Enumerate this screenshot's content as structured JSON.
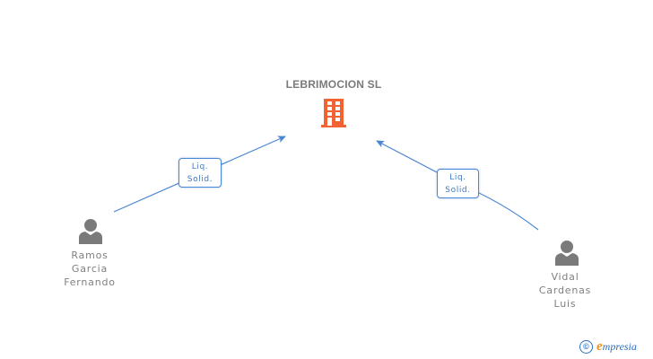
{
  "company": {
    "name": "LEBRIMOCION SL",
    "icon": "building-icon",
    "color": "#f26232"
  },
  "people": [
    {
      "name_lines": [
        "Ramos",
        "Garcia",
        "Fernando"
      ],
      "icon": "person-icon"
    },
    {
      "name_lines": [
        "Vidal",
        "Cardenas",
        "Luis"
      ],
      "icon": "person-icon"
    }
  ],
  "edges": [
    {
      "from": "Ramos Garcia Fernando",
      "to": "LEBRIMOCION SL",
      "label_lines": [
        "Liq.",
        "Solid."
      ]
    },
    {
      "from": "Vidal Cardenas Luis",
      "to": "LEBRIMOCION SL",
      "label_lines": [
        "Liq.",
        "Solid."
      ]
    }
  ],
  "colors": {
    "edge": "#4a86d6",
    "person": "#7a7a7a",
    "text": "#808080"
  },
  "footer": {
    "copyright_symbol": "©",
    "brand_initial": "e",
    "brand_rest": "mpresia"
  }
}
